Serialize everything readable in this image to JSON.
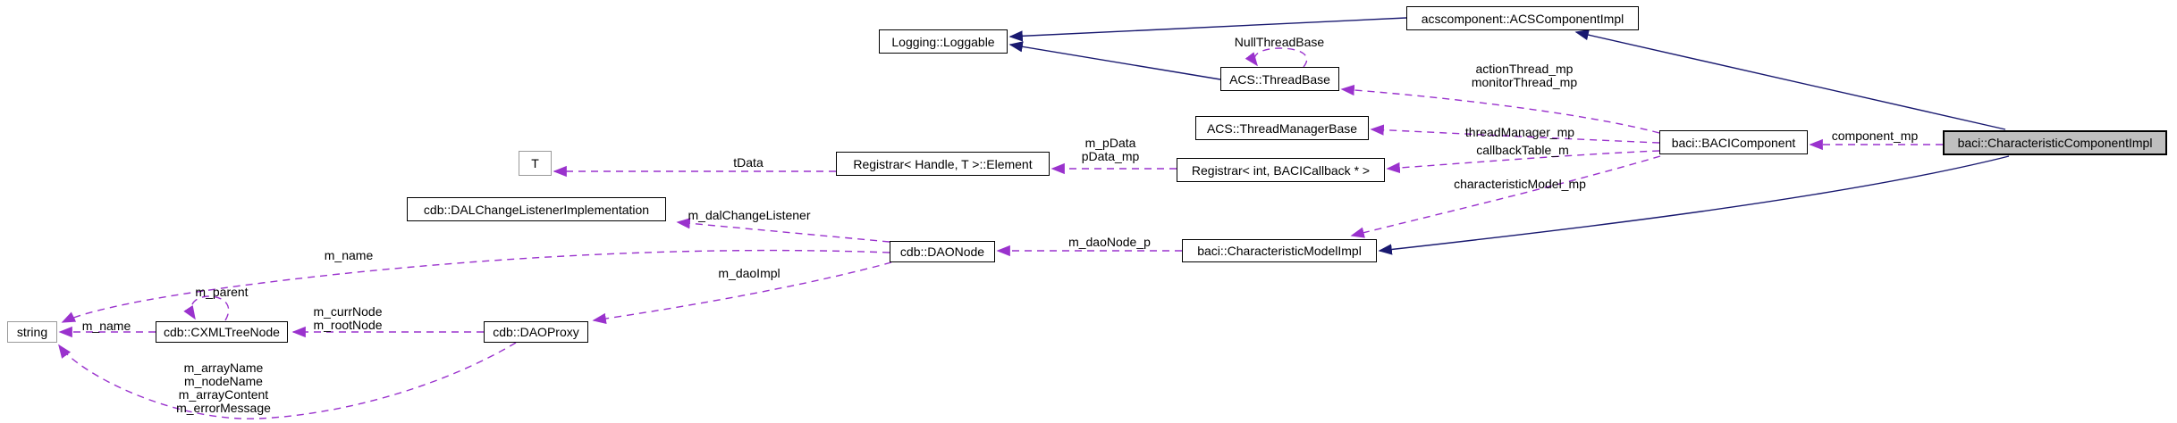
{
  "diagram": {
    "type": "doxygen-collaboration-graph",
    "current_class": "baci::CharacteristicComponentImpl",
    "colors": {
      "inheritance_edge": "#191970",
      "usage_edge": "#9a32cd",
      "current_node_fill": "#bfbfbf",
      "node_fill": "#ffffff",
      "node_border": "#000000",
      "external_node_border": "#9a9a9a",
      "text": "#000000",
      "background": "#ffffff"
    }
  },
  "nodes": {
    "loggable": {
      "label": "Logging::Loggable"
    },
    "acs_component_impl": {
      "label": "acscomponent::ACSComponentImpl"
    },
    "thread_base": {
      "label": "ACS::ThreadBase"
    },
    "thread_manager_base": {
      "label": "ACS::ThreadManagerBase"
    },
    "t": {
      "label": "T"
    },
    "registrar_element": {
      "label": "Registrar< Handle, T >::Element"
    },
    "registrar_int": {
      "label": "Registrar< int, BACICallback * >"
    },
    "baci_component": {
      "label": "baci::BACIComponent"
    },
    "characteristic_component_impl": {
      "label": "baci::CharacteristicComponentImpl"
    },
    "dal_change_listener": {
      "label": "cdb::DALChangeListenerImplementation"
    },
    "dao_node": {
      "label": "cdb::DAONode"
    },
    "characteristic_model_impl": {
      "label": "baci::CharacteristicModelImpl"
    },
    "string": {
      "label": "string"
    },
    "cxml_tree_node": {
      "label": "cdb::CXMLTreeNode"
    },
    "dao_proxy": {
      "label": "cdb::DAOProxy"
    }
  },
  "edge_labels": {
    "null_thread_base": "NullThreadBase",
    "action_thread": [
      "actionThread_mp",
      "monitorThread_mp"
    ],
    "thread_manager": "threadManager_mp",
    "callback_table": "callbackTable_m",
    "characteristic_model": "characteristicModel_mp",
    "component": "component_mp",
    "pdata": [
      "m_pData",
      "pData_mp"
    ],
    "tdata": "tData",
    "dao_node_p": "m_daoNode_p",
    "dal_change_listener": "m_dalChangeListener",
    "name_upper": "m_name",
    "dao_impl": "m_daoImpl",
    "parent": "m_parent",
    "curr_node": [
      "m_currNode",
      "m_rootNode"
    ],
    "name_lower": "m_name",
    "strings_block": [
      "m_arrayName",
      "m_nodeName",
      "m_arrayContent",
      "m_errorMessage"
    ]
  }
}
